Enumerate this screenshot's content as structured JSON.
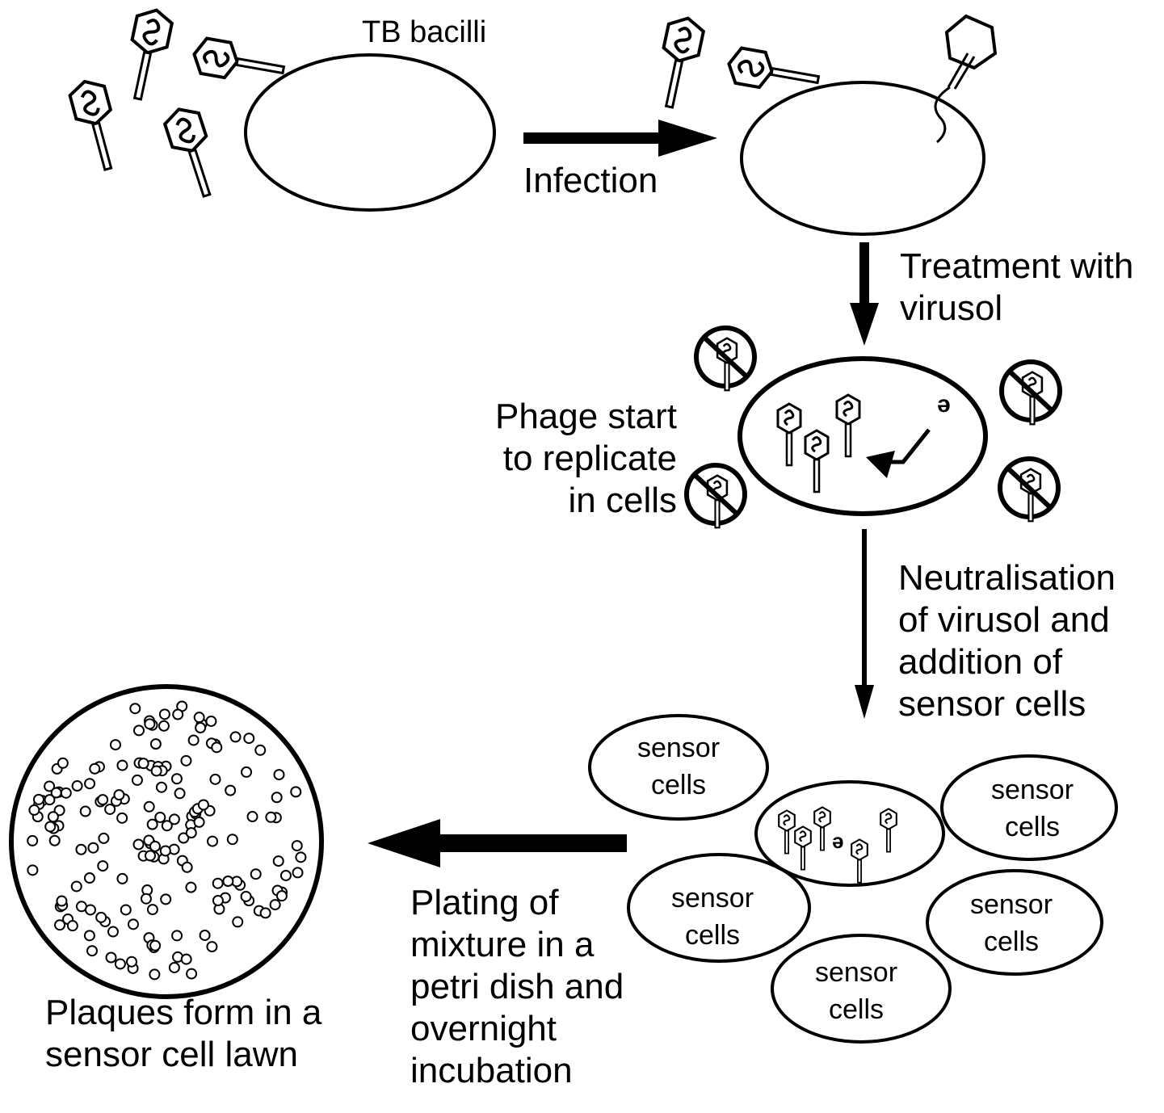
{
  "diagram": {
    "title_label": "TB bacilli",
    "steps": [
      {
        "id": "infection",
        "label": "Infection"
      },
      {
        "id": "treatment",
        "label": "Treatment with\nvirusol"
      },
      {
        "id": "replicate",
        "label": "Phage start\nto replicate\nin cells"
      },
      {
        "id": "neutralisation",
        "label": "Neutralisation\nof virusol and\naddition of\nsensor cells"
      },
      {
        "id": "plating",
        "label": "Plating of\nmixture in a\npetri dish and\novernight\nincubation"
      },
      {
        "id": "plaques",
        "label": "Plaques form in a\nsensor cell lawn"
      }
    ],
    "sensor_cell_label": "sensor\ncells",
    "sensor_cells_count": 5,
    "colors": {
      "stroke": "#000000",
      "background": "#ffffff"
    }
  }
}
